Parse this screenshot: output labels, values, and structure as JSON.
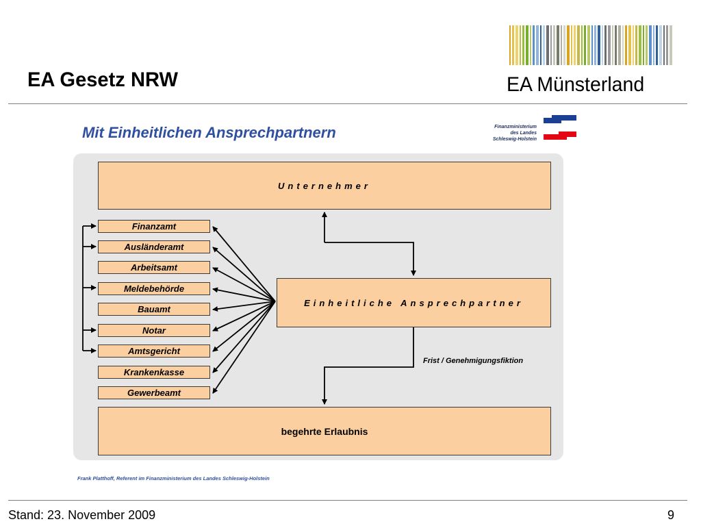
{
  "header": {
    "title": "EA Gesetz NRW",
    "organization": "EA Münsterland"
  },
  "slide": {
    "subheading": "Mit Einheitlichen Ansprechpartnern",
    "ministry_lines": [
      "Finanzministerium",
      "des Landes",
      "Schleswig-Holstein"
    ],
    "top_box": "Unternehmer",
    "center_box": "Einheitliche Ansprechpartner",
    "bottom_box": "begehrte Erlaubnis",
    "authorities": [
      "Finanzamt",
      "Ausländeramt",
      "Arbeitsamt",
      "Meldebehörde",
      "Bauamt",
      "Notar",
      "Amtsgericht",
      "Krankenkasse",
      "Gewerbeamt"
    ],
    "edge_label": "Frist / Genehmigungsfiktion",
    "credit": "Frank Platthoff, Referent im Finanzministerium des Landes Schleswig-Holstein"
  },
  "footer": {
    "date": "Stand: 23. November 2009",
    "page": "9"
  },
  "colors": {
    "box_fill": "#fbcf9f",
    "diagram_background": "#e6e6e6",
    "subheading_blue": "#2f4fa3",
    "flag_blue": "#1c3f94",
    "flag_red": "#e30613"
  }
}
